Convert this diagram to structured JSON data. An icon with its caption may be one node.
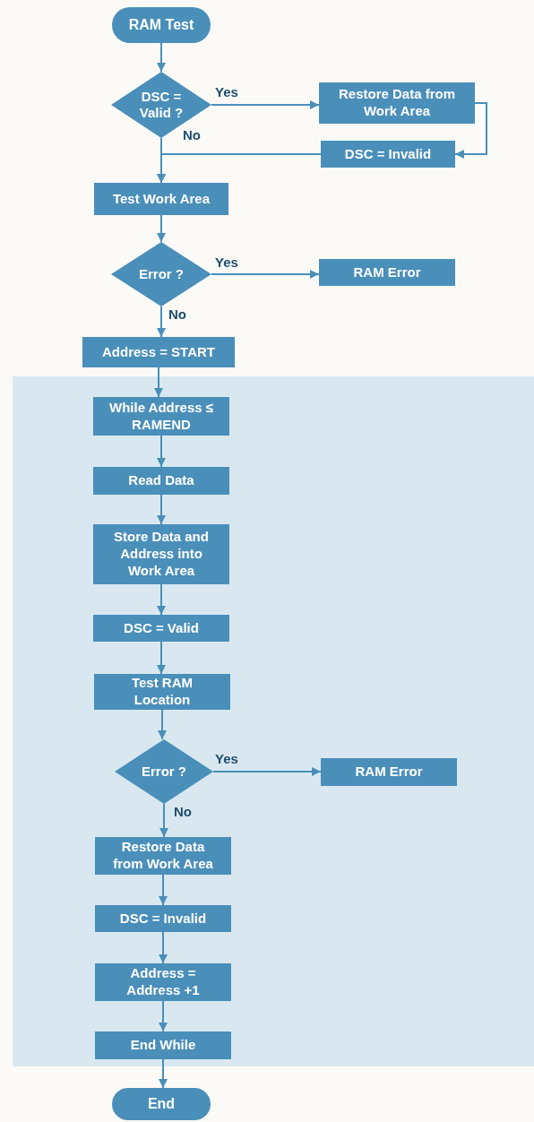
{
  "diagram": {
    "nodes": [
      {
        "text": [
          "RAM Test"
        ]
      },
      {
        "text": [
          "DSC = Valid ?"
        ]
      },
      {
        "text": [
          "Restore Data from Work Area"
        ]
      },
      {
        "text": [
          "DSC = Invalid"
        ]
      },
      {
        "text": [
          "Test Work Area"
        ]
      },
      {
        "text": [
          "Error ?"
        ]
      },
      {
        "text": [
          "RAM Error"
        ]
      },
      {
        "text": [
          "Address = START"
        ]
      },
      {
        "text": [
          "While Address ≤ RAMEND"
        ]
      },
      {
        "text": [
          "Read Data"
        ]
      },
      {
        "text": [
          "Store Data and Address into Work Area"
        ]
      },
      {
        "text": [
          "DSC = Valid"
        ]
      },
      {
        "text": [
          "Test RAM Location"
        ]
      },
      {
        "text": [
          "Error ?"
        ]
      },
      {
        "text": [
          "RAM Error"
        ]
      },
      {
        "text": [
          "Restore Data from Work Area"
        ]
      },
      {
        "text": [
          "DSC = Invalid"
        ]
      },
      {
        "text": [
          "Address = Address +1"
        ]
      },
      {
        "text": [
          "End While"
        ]
      },
      {
        "text": [
          "End"
        ]
      }
    ],
    "edges": [
      {
        "from": 0,
        "to": 1,
        "arrow": "to"
      },
      {
        "from": 1,
        "to": 2,
        "arrow": "to",
        "label": "Yes"
      },
      {
        "from": 2,
        "to": 3,
        "arrow": "to"
      },
      {
        "from": 1,
        "to": 4,
        "arrow": "to",
        "label": "No"
      },
      {
        "from": 3,
        "to": 4,
        "arrow": "to"
      },
      {
        "from": 4,
        "to": 5,
        "arrow": "to"
      },
      {
        "from": 5,
        "to": 6,
        "arrow": "to",
        "label": "Yes"
      },
      {
        "from": 5,
        "to": 7,
        "arrow": "to",
        "label": "No"
      },
      {
        "from": 7,
        "to": 8,
        "arrow": "to"
      },
      {
        "from": 8,
        "to": 9,
        "arrow": "to"
      },
      {
        "from": 9,
        "to": 10,
        "arrow": "to"
      },
      {
        "from": 10,
        "to": 11,
        "arrow": "to"
      },
      {
        "from": 11,
        "to": 12,
        "arrow": "to"
      },
      {
        "from": 12,
        "to": 13,
        "arrow": "to"
      },
      {
        "from": 13,
        "to": 14,
        "arrow": "to",
        "label": "Yes"
      },
      {
        "from": 13,
        "to": 15,
        "arrow": "to",
        "label": "No"
      },
      {
        "from": 15,
        "to": 16,
        "arrow": "to"
      },
      {
        "from": 16,
        "to": 17,
        "arrow": "to"
      },
      {
        "from": 17,
        "to": 18,
        "arrow": "to"
      },
      {
        "from": 18,
        "to": 19,
        "arrow": "to"
      }
    ]
  }
}
